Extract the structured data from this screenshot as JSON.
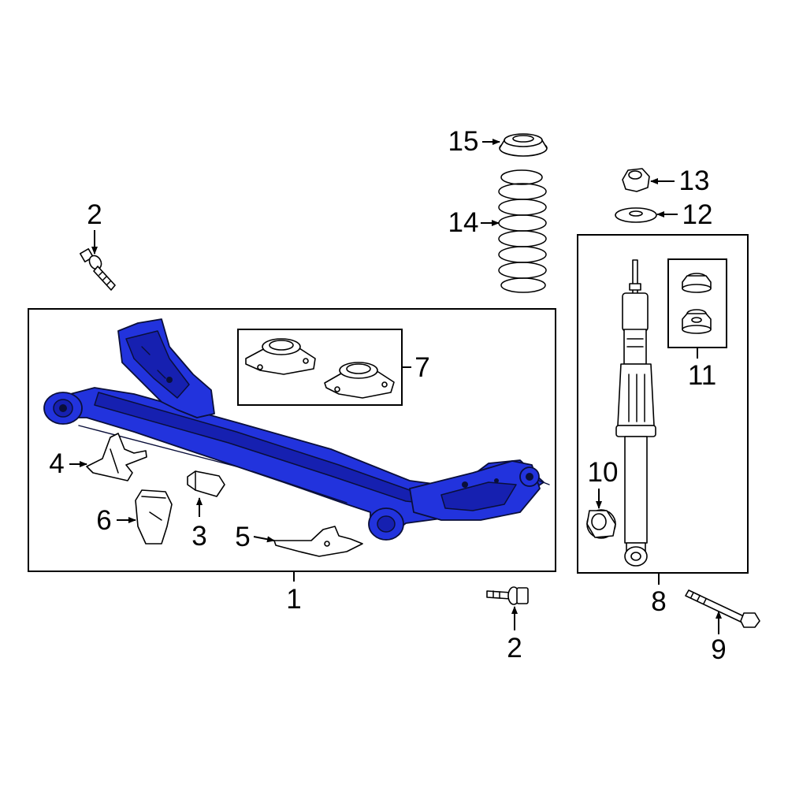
{
  "highlight_color": "#2233dd",
  "callouts": {
    "c1": "1",
    "c2_upper": "2",
    "c2_lower": "2",
    "c3": "3",
    "c4": "4",
    "c5": "5",
    "c6": "6",
    "c7": "7",
    "c8": "8",
    "c9": "9",
    "c10": "10",
    "c11": "11",
    "c12": "12",
    "c13": "13",
    "c14": "14",
    "c15": "15"
  }
}
